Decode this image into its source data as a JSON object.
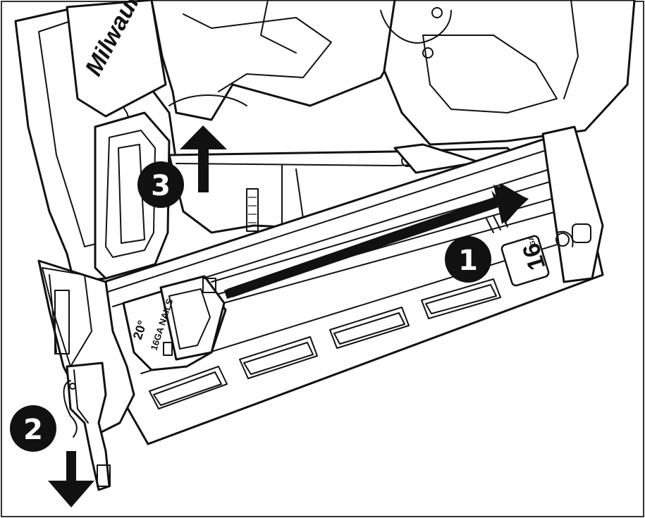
{
  "diagram": {
    "steps": [
      {
        "number": "1",
        "meaning": "slide follower toward rear"
      },
      {
        "number": "2",
        "meaning": "push nose down"
      },
      {
        "number": "3",
        "meaning": "lift upward"
      }
    ],
    "magazine_label_top": "20°",
    "magazine_label_bottom": "16GA NAILS",
    "gauge_badge_number": "16",
    "gauge_badge_small": "GA",
    "brand_text": "Milwaukee",
    "colors": {
      "ink": "#111111",
      "paper": "#ffffff",
      "frame": "#333333"
    }
  }
}
